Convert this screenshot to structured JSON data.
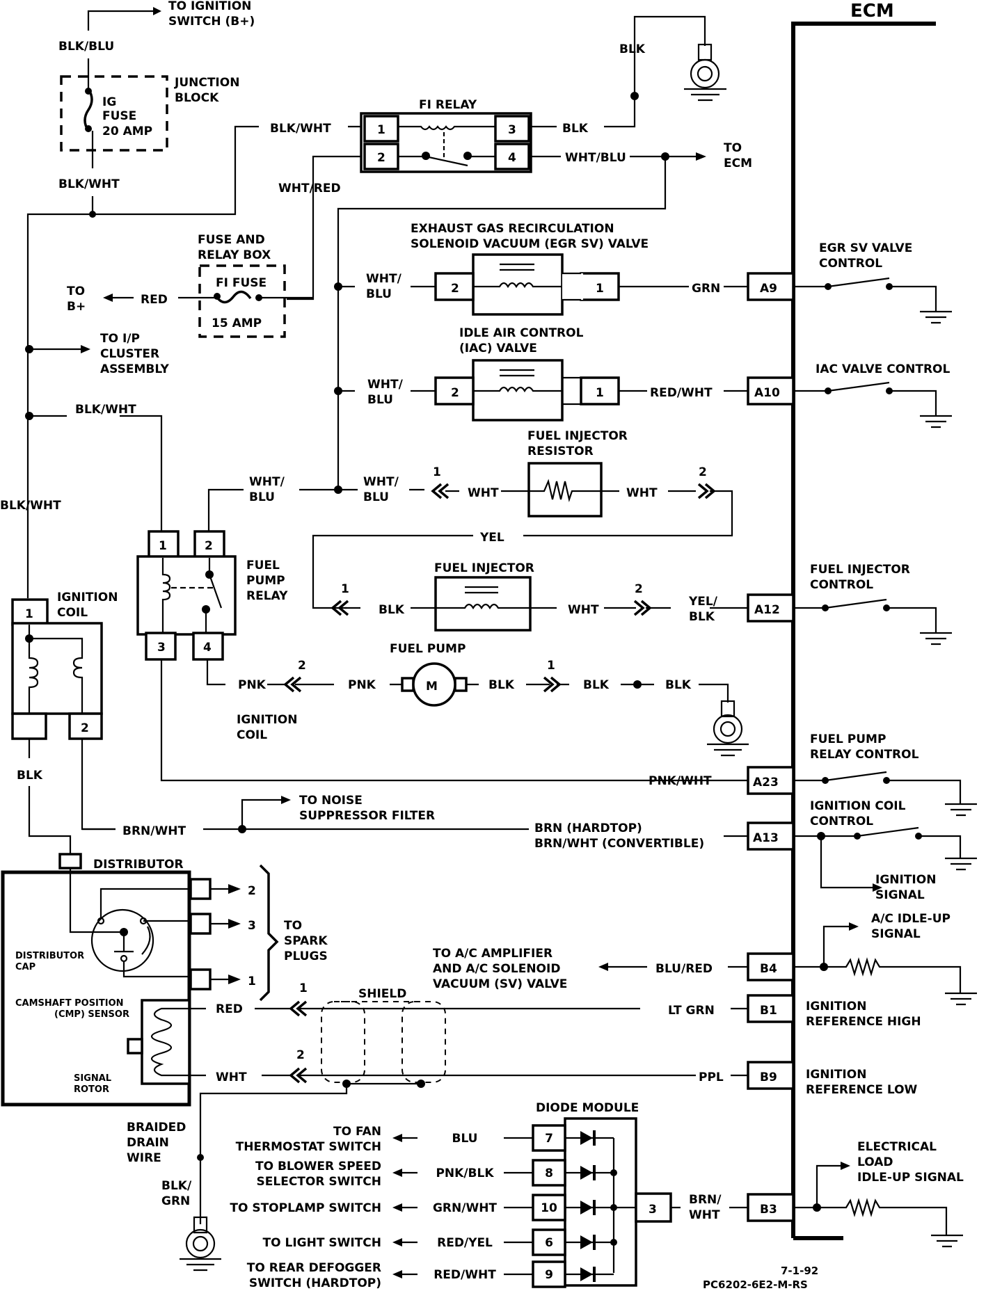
{
  "title": "ECM",
  "footer": {
    "date": "7-1-92",
    "code": "PC6202-6E2-M-RS"
  },
  "top_left": {
    "to_ignition_switch": [
      "TO IGNITION",
      "SWITCH (B+)"
    ],
    "wire_top": "BLK/BLU",
    "junction_block": [
      "JUNCTION",
      "BLOCK"
    ],
    "ig_fuse": [
      "IG",
      "FUSE",
      "20 AMP"
    ],
    "wire_below_fuse": "BLK/WHT",
    "wire_left_main": "BLK/WHT"
  },
  "fuse_relay_box": {
    "title": [
      "FUSE AND",
      "RELAY BOX"
    ],
    "fuse_name": "FI FUSE",
    "fuse_rating": "15 AMP",
    "to_b_plus": [
      "TO",
      "B+"
    ],
    "wire": "RED"
  },
  "ip_cluster": [
    "TO I/P",
    "CLUSTER",
    "ASSEMBLY"
  ],
  "fi_relay": {
    "title": "FI RELAY",
    "pins": [
      "1",
      "2",
      "3",
      "4"
    ],
    "wire_pin1": "BLK/WHT",
    "wire_pin2": "WHT/RED",
    "wire_pin3": "BLK",
    "wire_pin4": "WHT/BLU",
    "ground_wire": "BLK",
    "to_ecm": [
      "TO",
      "ECM"
    ]
  },
  "egr_valve": {
    "title": [
      "EXHAUST GAS RECIRCULATION",
      "SOLENOID VACUUM (EGR SV) VALVE"
    ],
    "pin_left": "2",
    "pin_right": "1",
    "wire_in": [
      "WHT/",
      "BLU"
    ],
    "wire_out": "GRN",
    "ecm_pin": "A9",
    "ecm_label": [
      "EGR SV VALVE",
      "CONTROL"
    ]
  },
  "iac_valve": {
    "title": [
      "IDLE AIR CONTROL",
      "(IAC) VALVE"
    ],
    "pin_left": "2",
    "pin_right": "1",
    "wire_in": [
      "WHT/",
      "BLU"
    ],
    "wire_out": "RED/WHT",
    "ecm_pin": "A10",
    "ecm_label": [
      "IAC VALVE CONTROL"
    ]
  },
  "injector_resistor": {
    "title": [
      "FUEL INJECTOR",
      "RESISTOR"
    ],
    "wire_left": "WHT",
    "wire_right": "WHT",
    "conn_left": "1",
    "conn_right": "2",
    "wire_in": [
      "WHT/",
      "BLU"
    ],
    "wire_relay": [
      "WHT/",
      "BLU"
    ],
    "return_wire": "YEL"
  },
  "fuel_pump_relay": {
    "title": [
      "FUEL",
      "PUMP",
      "RELAY"
    ],
    "pins": [
      "1",
      "2",
      "3",
      "4"
    ]
  },
  "fuel_injector": {
    "title": "FUEL INJECTOR",
    "conn_left": "1",
    "wire_left": "BLK",
    "wire_right": "WHT",
    "conn_right": "2",
    "wire_out": [
      "YEL/",
      "BLK"
    ],
    "ecm_pin": "A12",
    "ecm_label": [
      "FUEL INJECTOR",
      "CONTROL"
    ]
  },
  "fuel_pump": {
    "title": "FUEL PUMP",
    "motor": "M",
    "wire_relay": "PNK",
    "conn_left": "2",
    "wire_left": "PNK",
    "wire_right": "BLK",
    "conn_right": "1",
    "wire_right2": "BLK",
    "wire_ground": "BLK"
  },
  "ignition_coil": {
    "title": [
      "IGNITION",
      "COIL"
    ],
    "pin_top": "1",
    "pin_bottom": "2",
    "wire_bottom_left": "BLK",
    "label_relay_side": [
      "IGNITION",
      "COIL"
    ]
  },
  "fuel_pump_relay_control": {
    "wire": "PNK/WHT",
    "ecm_pin": "A23",
    "ecm_label": [
      "FUEL PUMP",
      "RELAY CONTROL"
    ]
  },
  "ignition_coil_control": {
    "wire_coil": "BRN/WHT",
    "noise_filter": [
      "TO NOISE",
      "SUPPRESSOR FILTER"
    ],
    "wire_ecm": [
      "BRN (HARDTOP)",
      "BRN/WHT (CONVERTIBLE)"
    ],
    "ecm_pin": "A13",
    "ecm_label": [
      "IGNITION COIL",
      "CONTROL"
    ],
    "signal_label": [
      "IGNITION",
      "SIGNAL"
    ]
  },
  "distributor": {
    "title": "DISTRIBUTOR",
    "cap_label": [
      "DISTRIBUTOR",
      "CAP"
    ],
    "spark_outputs": [
      "2",
      "3",
      "1"
    ],
    "to_spark_plugs": [
      "TO",
      "SPARK",
      "PLUGS"
    ],
    "cmp_label": [
      "CAMSHAFT POSITION",
      "(CMP) SENSOR"
    ],
    "rotor_label": [
      "SIGNAL",
      "ROTOR"
    ],
    "wire_red": "RED",
    "wire_wht": "WHT",
    "conn_1": "1",
    "conn_2": "2",
    "shield": "SHIELD",
    "drain_wire": [
      "BRAIDED",
      "DRAIN",
      "WIRE"
    ],
    "drain_ground_wire": [
      "BLK/",
      "GRN"
    ]
  },
  "ac_signal": {
    "target": [
      "TO A/C AMPLIFIER",
      "AND A/C SOLENOID",
      "VACUUM (SV) VALVE"
    ],
    "wire": "BLU/RED",
    "ecm_pin": "B4",
    "ecm_label": [
      "A/C IDLE-UP",
      "SIGNAL"
    ]
  },
  "ign_ref_high": {
    "wire": "LT GRN",
    "ecm_pin": "B1",
    "ecm_label": [
      "IGNITION",
      "REFERENCE HIGH"
    ]
  },
  "ign_ref_low": {
    "wire": "PPL",
    "ecm_pin": "B9",
    "ecm_label": [
      "IGNITION",
      "REFERENCE LOW"
    ]
  },
  "diode_module": {
    "title": "DIODE MODULE",
    "rows": [
      {
        "target": [
          "TO FAN",
          "THERMOSTAT SWITCH"
        ],
        "wire": "BLU",
        "pin": "7"
      },
      {
        "target": [
          "TO BLOWER SPEED",
          "SELECTOR SWITCH"
        ],
        "wire": "PNK/BLK",
        "pin": "8"
      },
      {
        "target": [
          "TO STOPLAMP SWITCH"
        ],
        "wire": "GRN/WHT",
        "pin": "10"
      },
      {
        "target": [
          "TO LIGHT SWITCH"
        ],
        "wire": "RED/YEL",
        "pin": "6"
      },
      {
        "target": [
          "TO REAR DEFOGGER",
          "SWITCH (HARDTOP)"
        ],
        "wire": "RED/WHT",
        "pin": "9"
      }
    ],
    "out_pin": "3",
    "out_wire": [
      "BRN/",
      "WHT"
    ],
    "ecm_pin": "B3",
    "ecm_label": [
      "ELECTRICAL",
      "LOAD",
      "IDLE-UP SIGNAL"
    ]
  }
}
